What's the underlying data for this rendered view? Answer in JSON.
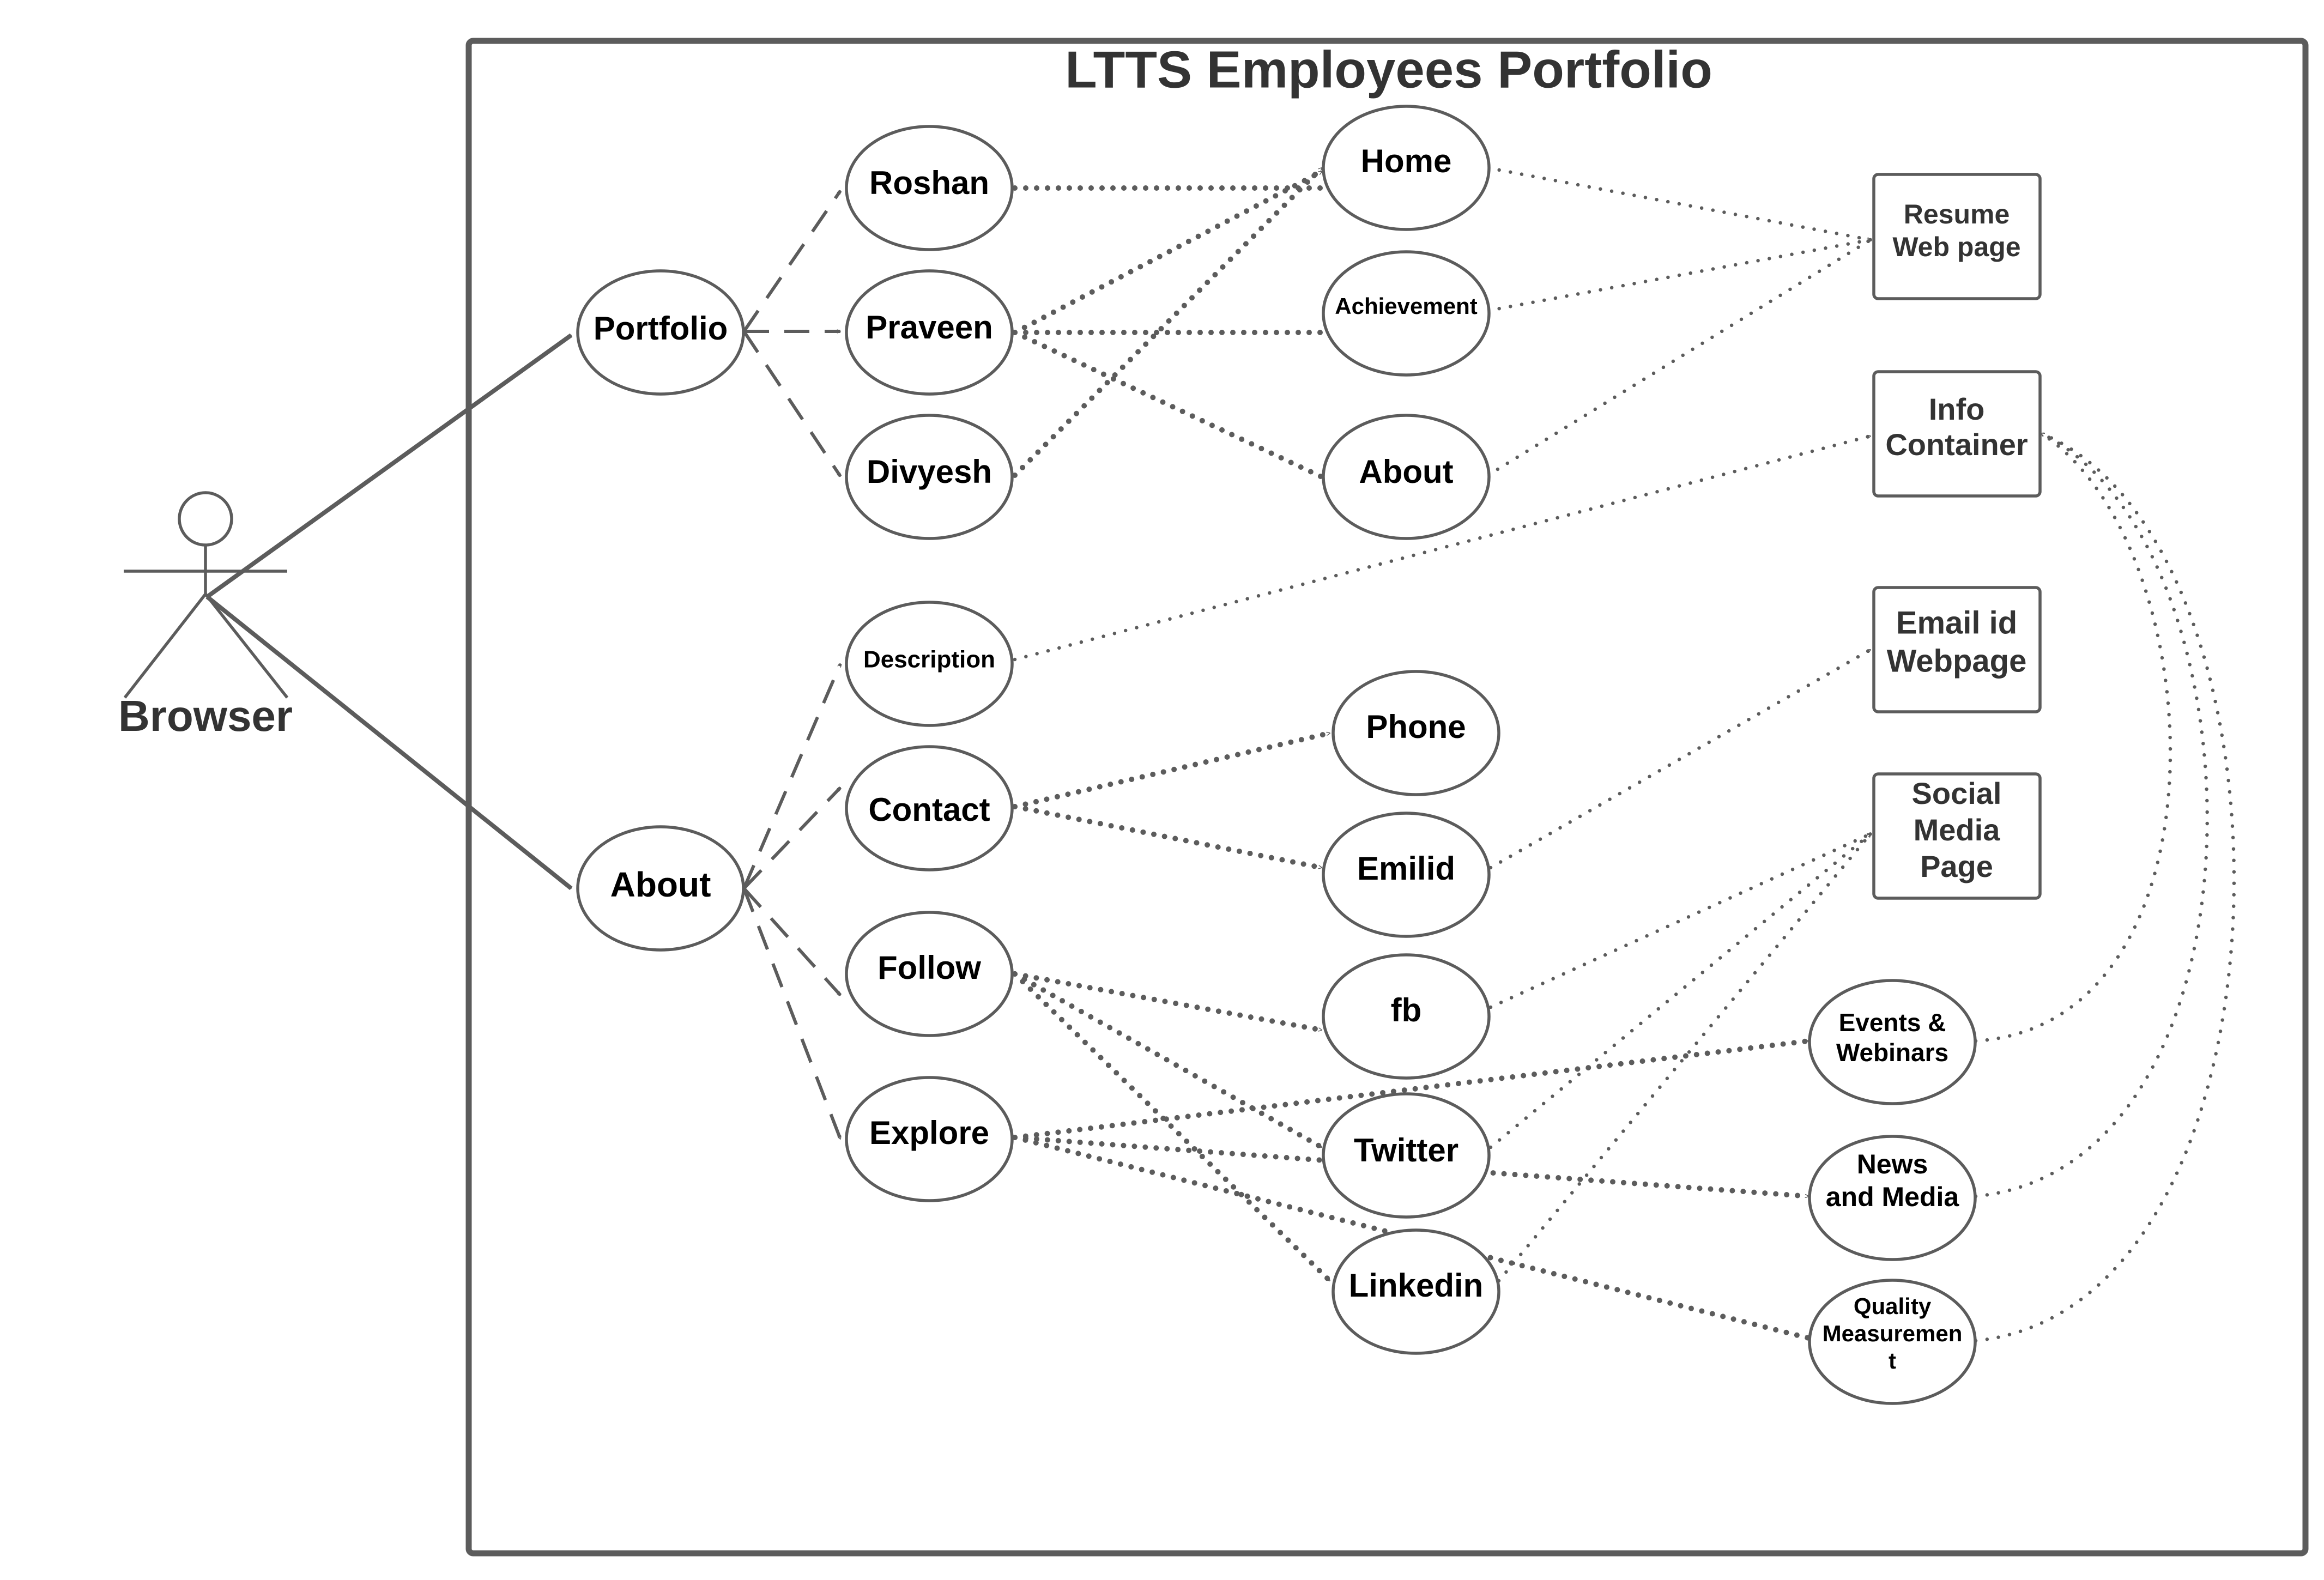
{
  "title": "LTTS Employees Portfolio",
  "actor": {
    "label": "Browser"
  },
  "use_cases": {
    "portfolio": "Portfolio",
    "about": "About",
    "roshan": "Roshan",
    "praveen": "Praveen",
    "divyesh": "Divyesh",
    "description": "Description",
    "contact": "Contact",
    "follow": "Follow",
    "explore": "Explore",
    "home": "Home",
    "achievement": "Achievement",
    "about_page": "About",
    "phone": "Phone",
    "emilid": "Emilid",
    "fb": "fb",
    "twitter": "Twitter",
    "linkedin": "Linkedin",
    "events": [
      "Events &",
      "Webinars"
    ],
    "news": [
      "News",
      "and Media"
    ],
    "quality": [
      "Quality",
      "Measuremen",
      "t"
    ]
  },
  "pages": {
    "resume": [
      "Resume",
      "Web page"
    ],
    "info": [
      "Info",
      "Container"
    ],
    "email": [
      "Email id",
      "Webpage"
    ],
    "social": [
      "Social",
      "Media",
      "Page"
    ]
  },
  "colors": {
    "stroke": "#5c5c5c",
    "text": "#000000",
    "title": "#333333"
  }
}
